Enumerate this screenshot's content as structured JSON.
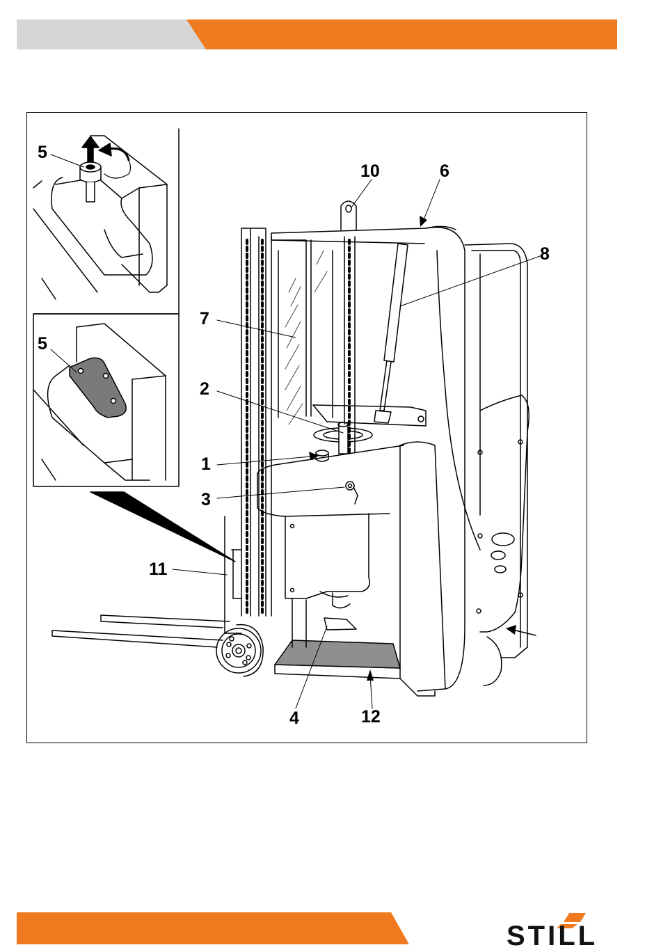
{
  "header": {
    "left_bar_color": "#d5d5d5",
    "right_bar_color": "#ef7a1f"
  },
  "figure": {
    "callouts": {
      "c1": "1",
      "c2": "2",
      "c3": "3",
      "c4": "4",
      "c5_top": "5",
      "c5_bottom": "5",
      "c6": "6",
      "c7": "7",
      "c8": "8",
      "c10": "10",
      "c11": "11",
      "c12": "12"
    }
  },
  "footer": {
    "bar_color": "#ef7a1f",
    "logo_text": "STILL",
    "logo_accent_color": "#ef7a1f"
  }
}
